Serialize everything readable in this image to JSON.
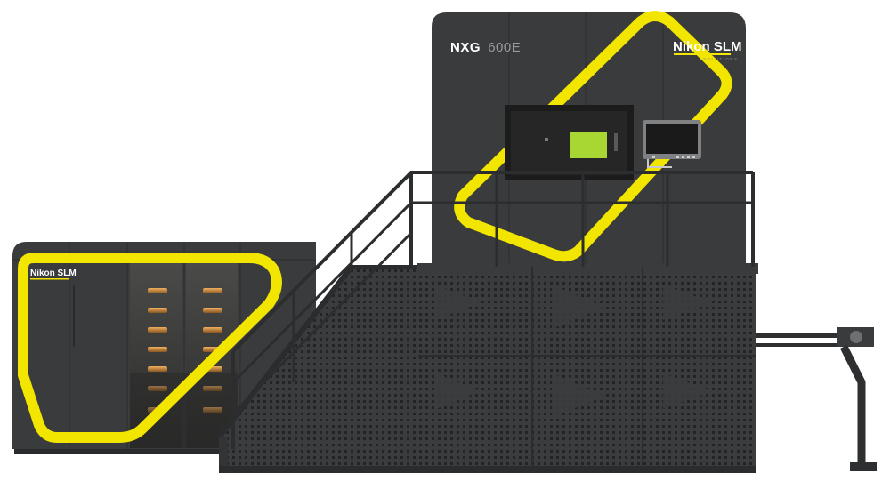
{
  "tower": {
    "model_prefix": "NXG",
    "model_suffix": "600E",
    "brand": "Nikon SLM",
    "brand_sub": "SOLUTIONS"
  },
  "side_unit": {
    "brand": "Nikon SLM"
  },
  "colors": {
    "body": "#3a3b3d",
    "accent": "#f2e500",
    "screen": "#a8d633"
  }
}
